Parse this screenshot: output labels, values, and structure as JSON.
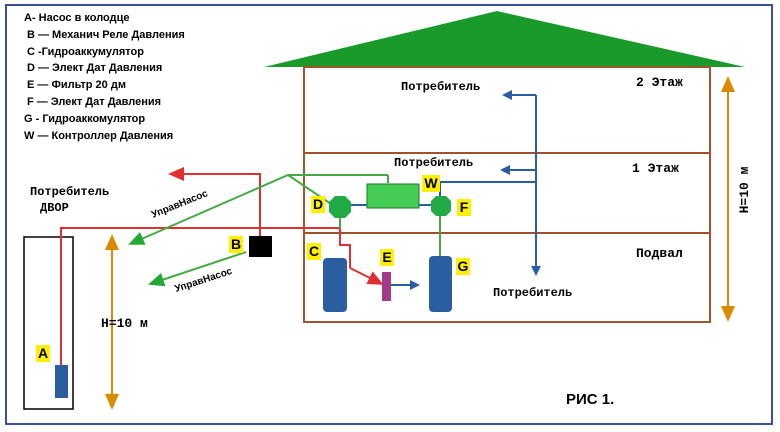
{
  "legend": [
    "A- Насос в колодце",
    "B — Механич Реле Давления",
    "C -Гидроаккумулятор",
    "D — Элект Дат Давления",
    "E — Фильтр 20 дм",
    "F — Элект Дат Давления",
    "G - Гидроаккомулятор",
    "W — Контроллер Давления"
  ],
  "house": {
    "floor2": "2 Этаж",
    "floor1": "1 Этаж",
    "basement": "Подвал",
    "height": "H=10 м"
  },
  "consumers": {
    "floor2": "Потребитель",
    "floor1": "Потребитель",
    "basement": "Потребитель",
    "yard_line1": "Потребитель",
    "yard_line2": "ДВОР"
  },
  "well": {
    "height": "H=10 м"
  },
  "labels": {
    "A": "A",
    "B": "B",
    "C": "C",
    "D": "D",
    "E": "E",
    "F": "F",
    "G": "G",
    "W": "W"
  },
  "control": {
    "upper": "УправНасос",
    "lower": "УправНасос"
  },
  "figure": "РИС 1.",
  "colors": {
    "roof": "#1a9a2a",
    "wall": "#a0522d",
    "water": "#2a5ea0",
    "pressure": "#e03030",
    "control": "#44aa44",
    "arrow_orange": "#d98c00",
    "label_bg": "#ffef00"
  }
}
